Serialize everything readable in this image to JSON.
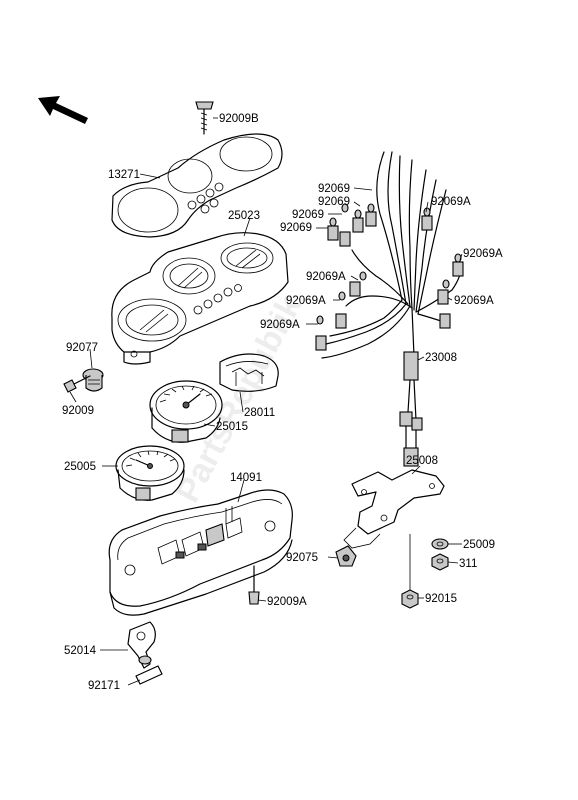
{
  "watermark": "PartsRepublik",
  "direction_arrow": "front-arrow",
  "callouts": [
    {
      "id": "c92009B",
      "text": "92009B"
    },
    {
      "id": "c13271",
      "text": "13271"
    },
    {
      "id": "c25023",
      "text": "25023"
    },
    {
      "id": "c92077",
      "text": "92077"
    },
    {
      "id": "c92009",
      "text": "92009"
    },
    {
      "id": "c28011",
      "text": "28011"
    },
    {
      "id": "c25015",
      "text": "25015"
    },
    {
      "id": "c25005",
      "text": "25005"
    },
    {
      "id": "c14091",
      "text": "14091"
    },
    {
      "id": "c92009A_b",
      "text": "92009A"
    },
    {
      "id": "c52014",
      "text": "52014"
    },
    {
      "id": "c92171",
      "text": "92171"
    },
    {
      "id": "c92069_1",
      "text": "92069"
    },
    {
      "id": "c92069_2",
      "text": "92069"
    },
    {
      "id": "c92069_3",
      "text": "92069"
    },
    {
      "id": "c92069_4",
      "text": "92069"
    },
    {
      "id": "c92069A_1",
      "text": "92069A"
    },
    {
      "id": "c92069A_2",
      "text": "92069A"
    },
    {
      "id": "c92069A_3",
      "text": "92069A"
    },
    {
      "id": "c92069A_4",
      "text": "92069A"
    },
    {
      "id": "c92069A_5",
      "text": "92069A"
    },
    {
      "id": "c92069A_6",
      "text": "92069A"
    },
    {
      "id": "c23008",
      "text": "23008"
    },
    {
      "id": "c25008",
      "text": "25008"
    },
    {
      "id": "c92075",
      "text": "92075"
    },
    {
      "id": "c25009",
      "text": "25009"
    },
    {
      "id": "c311",
      "text": "311"
    },
    {
      "id": "c92015",
      "text": "92015"
    }
  ]
}
